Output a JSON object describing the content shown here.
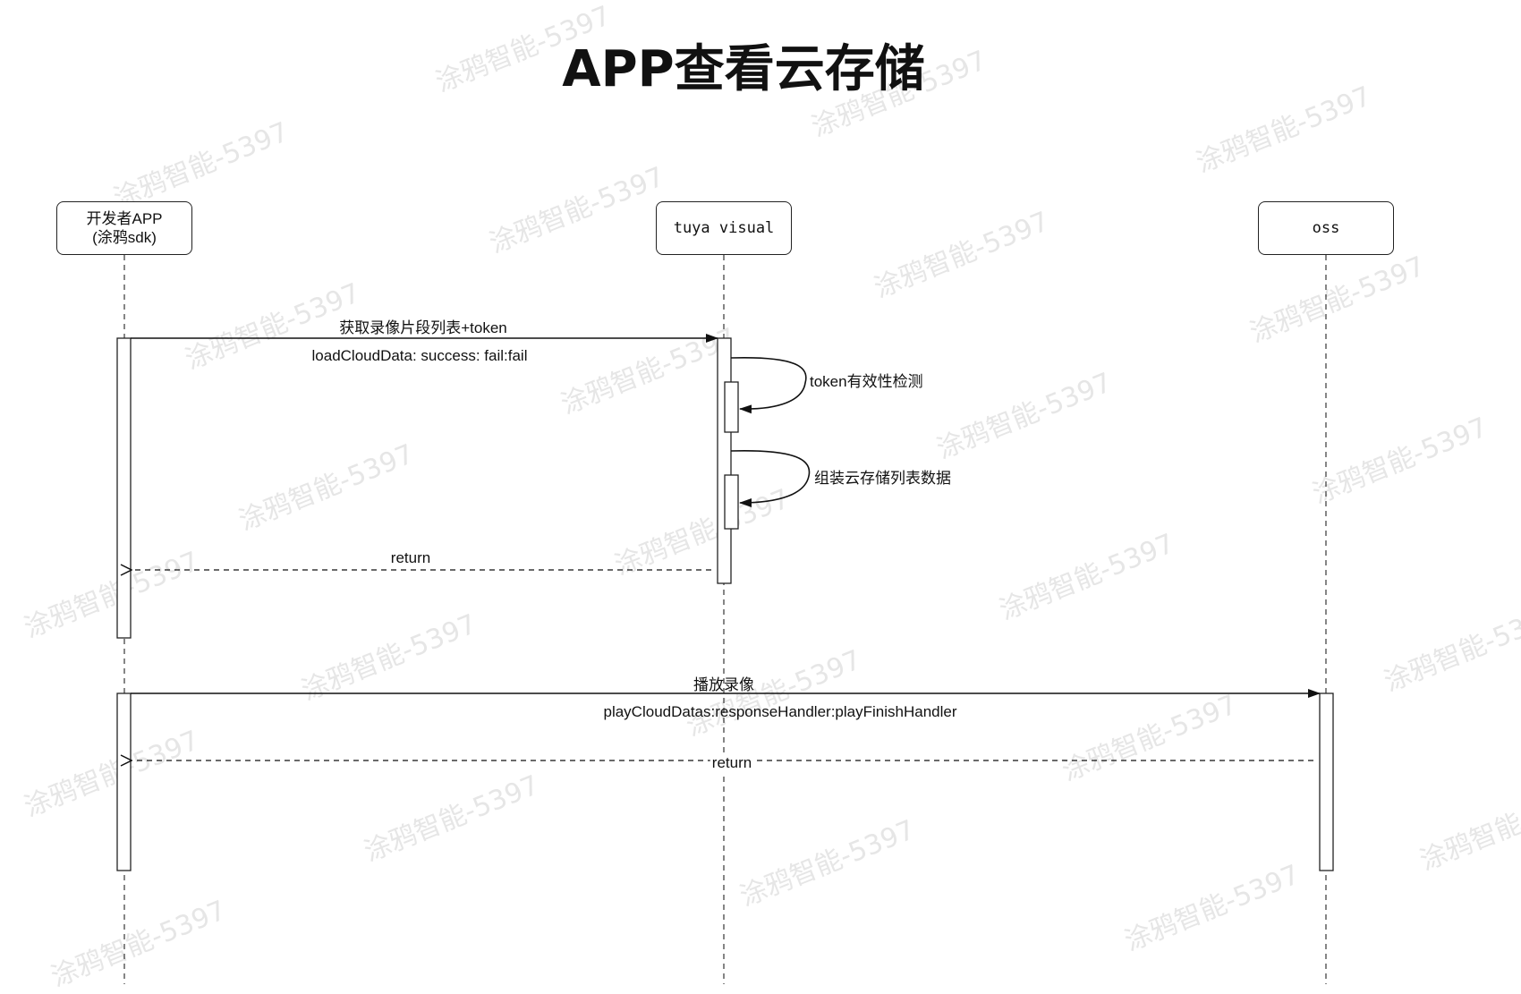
{
  "title": "APP查看云存储",
  "watermark": "涂鸦智能-5397",
  "participants": [
    {
      "line1": "开发者APP",
      "line2": "(涂鸦sdk)"
    },
    {
      "line1": "tuya visual",
      "line2": ""
    },
    {
      "line1": "oss",
      "line2": ""
    }
  ],
  "messages": {
    "m1_top": "获取录像片段列表+token",
    "m1_bottom": "loadCloudData: success: fail:fail",
    "self1": "token有效性检测",
    "self2": "组装云存储列表数据",
    "return1": "return",
    "m2_top": "播放录像",
    "m2_bottom": "playCloudDatas:responseHandler:playFinishHandler",
    "return2": "return"
  }
}
